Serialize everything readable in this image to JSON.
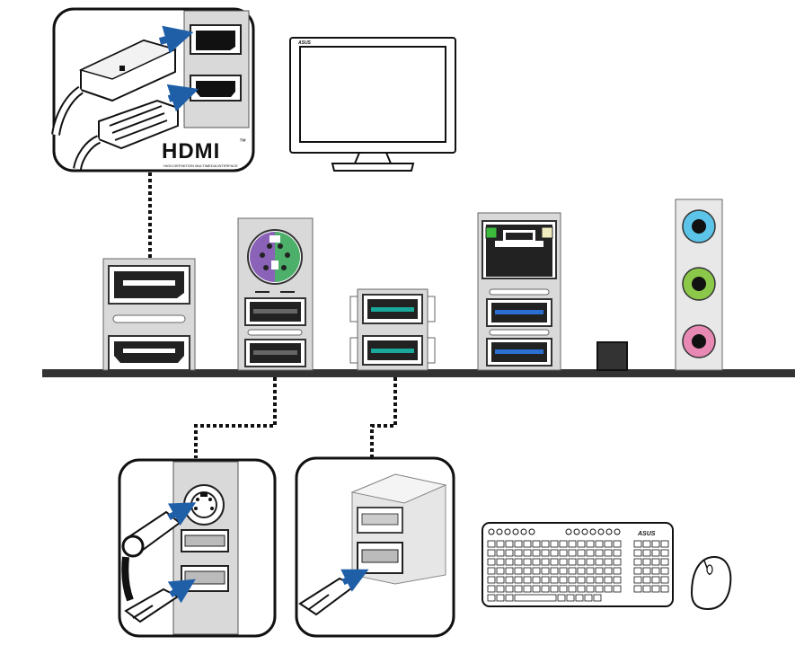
{
  "hdmi_callout": {
    "logo_text": "HDMI",
    "trademark": "™",
    "tagline": "HIGH-DEFINITION MULTIMEDIA INTERFACE"
  },
  "monitor": {
    "brand": "ASUS"
  },
  "keyboard": {
    "brand": "ASUS"
  },
  "colors": {
    "panel_bar": "#333333",
    "arrow_blue": "#1f5fa8",
    "usb2_tongue": "#666666",
    "usb31_tongue": "#1aa89a",
    "usb3_tongue": "#2a6fd1",
    "ps2_keyboard": "#8a63b8",
    "ps2_mouse": "#4caf6a",
    "lan_led_left": "#3dbb3d",
    "lan_led_right": "#f0ecc0",
    "audio_line_in": "#5bc4e8",
    "audio_line_out": "#8bc84a",
    "audio_mic": "#e889b4"
  },
  "ports": [
    "displayport",
    "hdmi",
    "ps2-combo",
    "usb2",
    "usb31",
    "lan",
    "usb3",
    "optical-spdif",
    "audio-jacks"
  ]
}
